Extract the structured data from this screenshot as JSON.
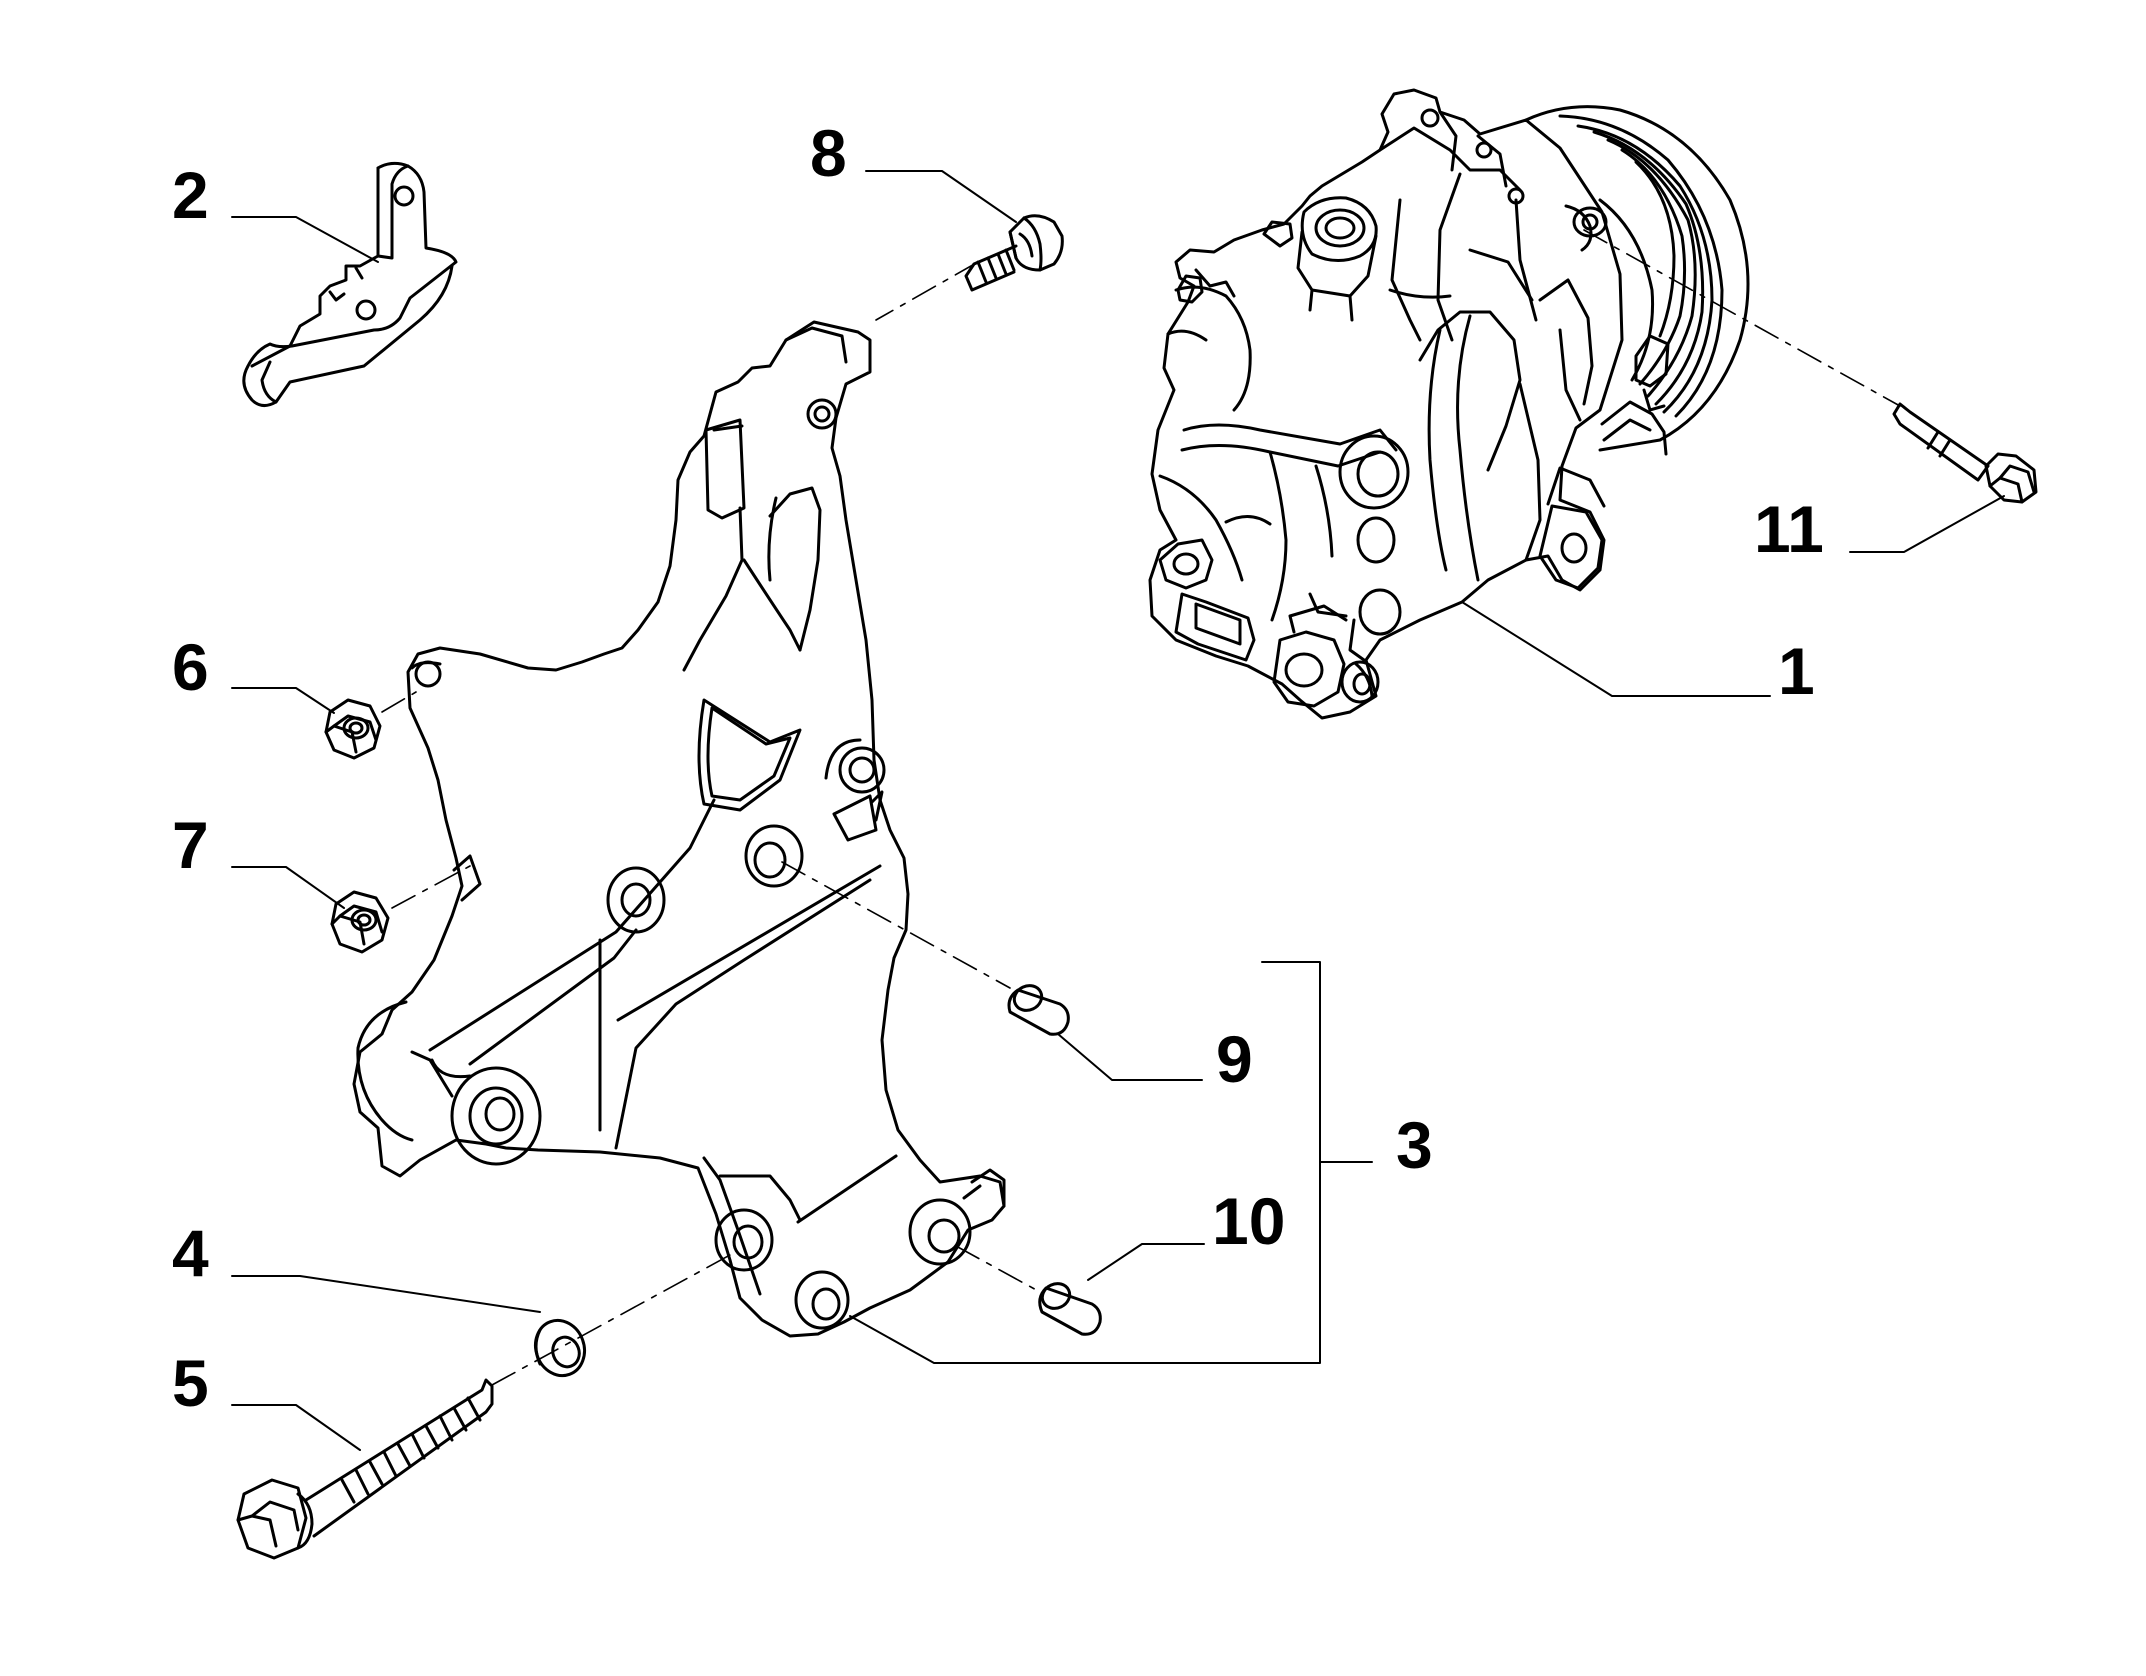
{
  "callouts": [
    {
      "id": "1",
      "label": "1"
    },
    {
      "id": "2",
      "label": "2"
    },
    {
      "id": "3",
      "label": "3"
    },
    {
      "id": "4",
      "label": "4"
    },
    {
      "id": "5",
      "label": "5"
    },
    {
      "id": "6",
      "label": "6"
    },
    {
      "id": "7",
      "label": "7"
    },
    {
      "id": "8",
      "label": "8"
    },
    {
      "id": "9",
      "label": "9"
    },
    {
      "id": "10",
      "label": "10"
    },
    {
      "id": "11",
      "label": "11"
    }
  ],
  "parts": [
    {
      "callout": "1",
      "icon": "compressor-icon"
    },
    {
      "callout": "2",
      "icon": "bracket-plate-icon"
    },
    {
      "callout": "3",
      "icon": "mounting-bracket-icon"
    },
    {
      "callout": "4",
      "icon": "washer-icon"
    },
    {
      "callout": "5",
      "icon": "long-bolt-icon"
    },
    {
      "callout": "6",
      "icon": "nut-icon"
    },
    {
      "callout": "7",
      "icon": "nut-icon"
    },
    {
      "callout": "8",
      "icon": "short-bolt-icon"
    },
    {
      "callout": "9",
      "icon": "dowel-pin-icon"
    },
    {
      "callout": "10",
      "icon": "dowel-pin-icon"
    },
    {
      "callout": "11",
      "icon": "bolt-icon"
    }
  ],
  "colors": {
    "line": "#000000",
    "background": "#ffffff"
  }
}
